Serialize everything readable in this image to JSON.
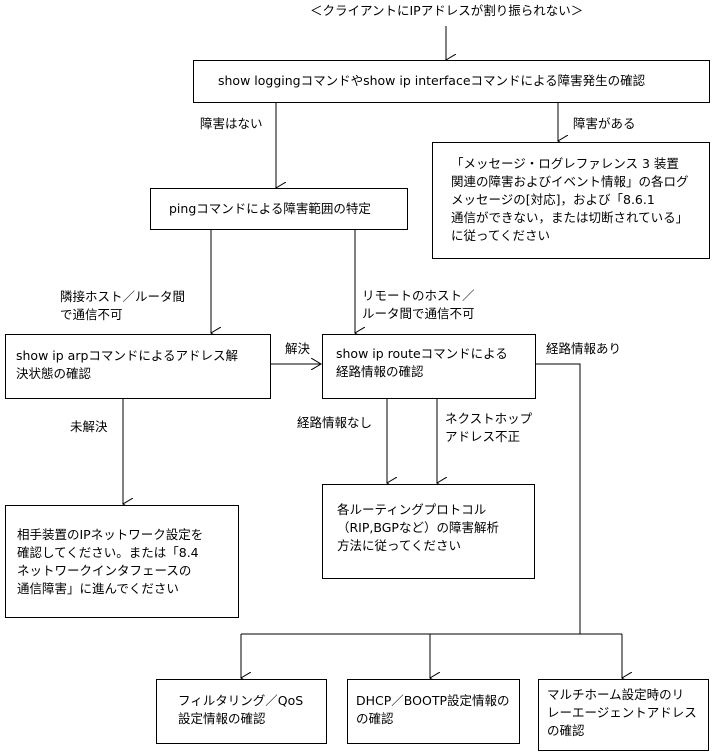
{
  "title": "＜クライアントにIPアドレスが割り振られない＞",
  "nodes": {
    "check_logging": [
      "show loggingコマンドやshow ip interfaceコマンドによる障害発生の確認"
    ],
    "refer_message": [
      "「メッセージ・ログレファレンス 3 装置",
      "関連の障害およびイベント情報」の各ログ",
      "メッセージの[対応]，および「8.6.1",
      "通信ができない，または切断されている」",
      "に従ってください"
    ],
    "ping_range": [
      "pingコマンドによる障害範囲の特定"
    ],
    "arp_check": [
      "show ip arpコマンドによるアドレス解",
      "決状態の確認"
    ],
    "route_check": [
      "show ip routeコマンドによる",
      "経路情報の確認"
    ],
    "peer_ip": [
      "相手装置のIPネットワーク設定を",
      "確認してください。または「8.4",
      "ネットワークインタフェースの",
      "通信障害」に進んでください"
    ],
    "routing_protocol": [
      "各ルーティングプロトコル",
      "（RIP,BGPなど）の障害解析",
      "方法に従ってください"
    ],
    "filter_qos": [
      "フィルタリング／QoS",
      "設定情報の確認"
    ],
    "dhcp_bootp": [
      "DHCP／BOOTP設定情報の",
      "の確認"
    ],
    "multihome": [
      "マルチホーム設定時のリ",
      "レーエージェントアドレス",
      "の確認"
    ]
  },
  "edge_labels": {
    "no_fault": "障害はない",
    "fault": "障害がある",
    "adjacent": [
      "隣接ホスト／ルータ間",
      "で通信不可"
    ],
    "remote": [
      "リモートのホスト／",
      "ルータ間で通信不可"
    ],
    "resolved": "解決",
    "unresolved": "未解決",
    "no_route": "経路情報なし",
    "nexthop_bad": [
      "ネクストホップ",
      "アドレス不正"
    ],
    "has_route": "経路情報あり"
  }
}
